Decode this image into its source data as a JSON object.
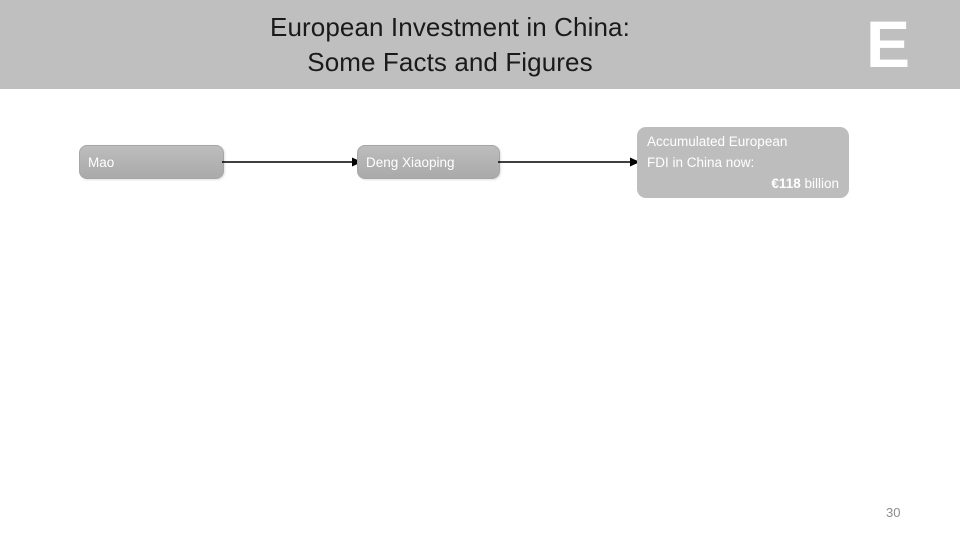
{
  "slide": {
    "title": "European Investment in China:\nSome Facts and Figures",
    "brand_logo_letter": "E",
    "page_number": "30",
    "colors": {
      "header_band": "#bfbfbf",
      "node_fill": "#b5b5b5",
      "node_text": "#ffffff",
      "connector": "#000000",
      "title_text": "#1a1a1a",
      "page_number_text": "#8c8c8c",
      "background": "#ffffff"
    }
  },
  "diagram": {
    "type": "flow",
    "nodes": [
      {
        "id": "mao",
        "label": "Mao",
        "shape": "rounded-rectangle",
        "align": "left"
      },
      {
        "id": "deng",
        "label": "Deng Xiaoping",
        "shape": "rounded-rectangle",
        "align": "left"
      },
      {
        "id": "fdi",
        "shape": "rounded-rectangle",
        "lines": [
          {
            "text": "Accumulated European",
            "align": "left",
            "bold": false
          },
          {
            "text": "FDI in China now:",
            "align": "left",
            "bold": false
          },
          {
            "text": "€118 billion",
            "align": "right",
            "bold_prefix": "€118",
            "rest": " billion"
          }
        ],
        "amount_value": "€118 billion",
        "amount_number": 118,
        "amount_currency": "EUR",
        "amount_unit": "billion"
      }
    ],
    "connectors": [
      {
        "id": "mao-to-deng",
        "from": "mao",
        "to": "deng",
        "style": "arrow"
      },
      {
        "id": "deng-to-fdi",
        "from": "deng",
        "to": "fdi",
        "style": "arrow"
      }
    ]
  }
}
